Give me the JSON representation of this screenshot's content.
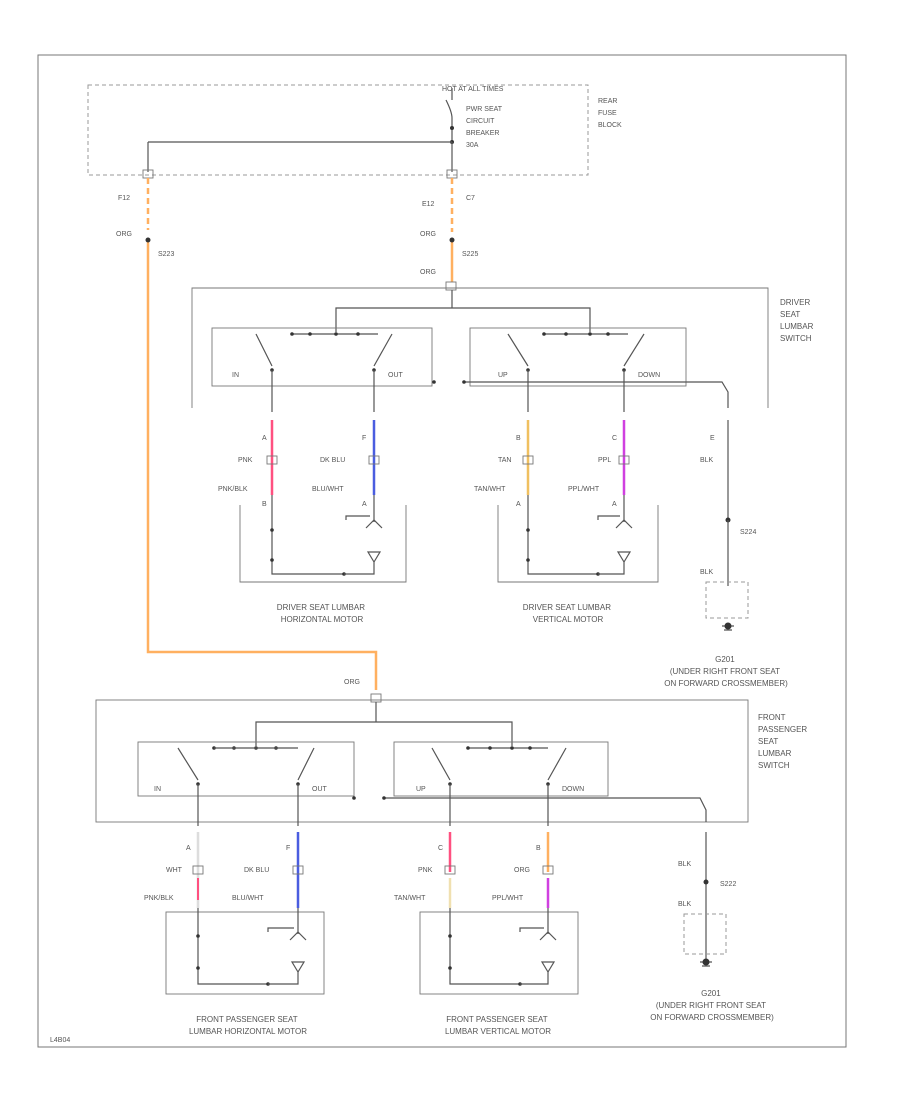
{
  "colors": {
    "orange": "#ffb060",
    "pink": "#ff5080",
    "blue": "#4a5de0",
    "tan": "#f0c060",
    "purple": "#d040e0",
    "white_wire": "#dddddd",
    "black": "#333333"
  },
  "fuse_block": {
    "hot_label": "HOT AT ALL TIMES",
    "breaker_lines": [
      "PWR SEAT",
      "CIRCUIT",
      "BREAKER",
      "30A"
    ],
    "block_lines": [
      "REAR",
      "FUSE",
      "BLOCK"
    ],
    "left_terminal": "F12",
    "right_terminal_a": "E12",
    "right_terminal_b": "C7"
  },
  "splices": {
    "left": "S223",
    "right": "S225",
    "driver_ground": "S224",
    "pass_ground": "S222"
  },
  "wire_labels": {
    "org": "ORG",
    "blk": "BLK"
  },
  "driver_switch": {
    "title_lines": [
      "DRIVER",
      "SEAT",
      "LUMBAR",
      "SWITCH"
    ],
    "in": "IN",
    "out": "OUT",
    "up": "UP",
    "down": "DOWN",
    "pins": [
      "A",
      "F",
      "B",
      "C",
      "E"
    ],
    "wires_top": [
      "PNK",
      "DK BLU",
      "TAN",
      "PPL",
      "BLK"
    ],
    "wires_bottom": [
      "PNK/BLK",
      "BLU/WHT",
      "TAN/WHT",
      "PPL/WHT"
    ],
    "motor_pins": [
      "B",
      "A",
      "A",
      "A"
    ]
  },
  "driver_motors": {
    "horizontal": [
      "DRIVER SEAT LUMBAR",
      "HORIZONTAL MOTOR"
    ],
    "vertical": [
      "DRIVER SEAT LUMBAR",
      "VERTICAL MOTOR"
    ]
  },
  "ground_g201_top": [
    "G201",
    "(UNDER RIGHT FRONT SEAT",
    "ON FORWARD CROSSMEMBER)"
  ],
  "pass_switch": {
    "title_lines": [
      "FRONT",
      "PASSENGER",
      "SEAT",
      "LUMBAR",
      "SWITCH"
    ],
    "in": "IN",
    "out": "OUT",
    "up": "UP",
    "down": "DOWN",
    "pins": [
      "A",
      "F",
      "C",
      "B"
    ],
    "wires_top": [
      "WHT",
      "DK BLU",
      "PNK",
      "ORG"
    ],
    "wires_bottom": [
      "PNK/BLK",
      "BLU/WHT",
      "TAN/WHT",
      "PPL/WHT"
    ]
  },
  "pass_motors": {
    "horizontal": [
      "FRONT PASSENGER SEAT",
      "LUMBAR HORIZONTAL MOTOR"
    ],
    "vertical": [
      "FRONT PASSENGER SEAT",
      "LUMBAR VERTICAL MOTOR"
    ]
  },
  "ground_g201_bottom": [
    "G201",
    "(UNDER RIGHT FRONT SEAT",
    "ON FORWARD CROSSMEMBER)"
  ],
  "figure_id": "L4B04"
}
